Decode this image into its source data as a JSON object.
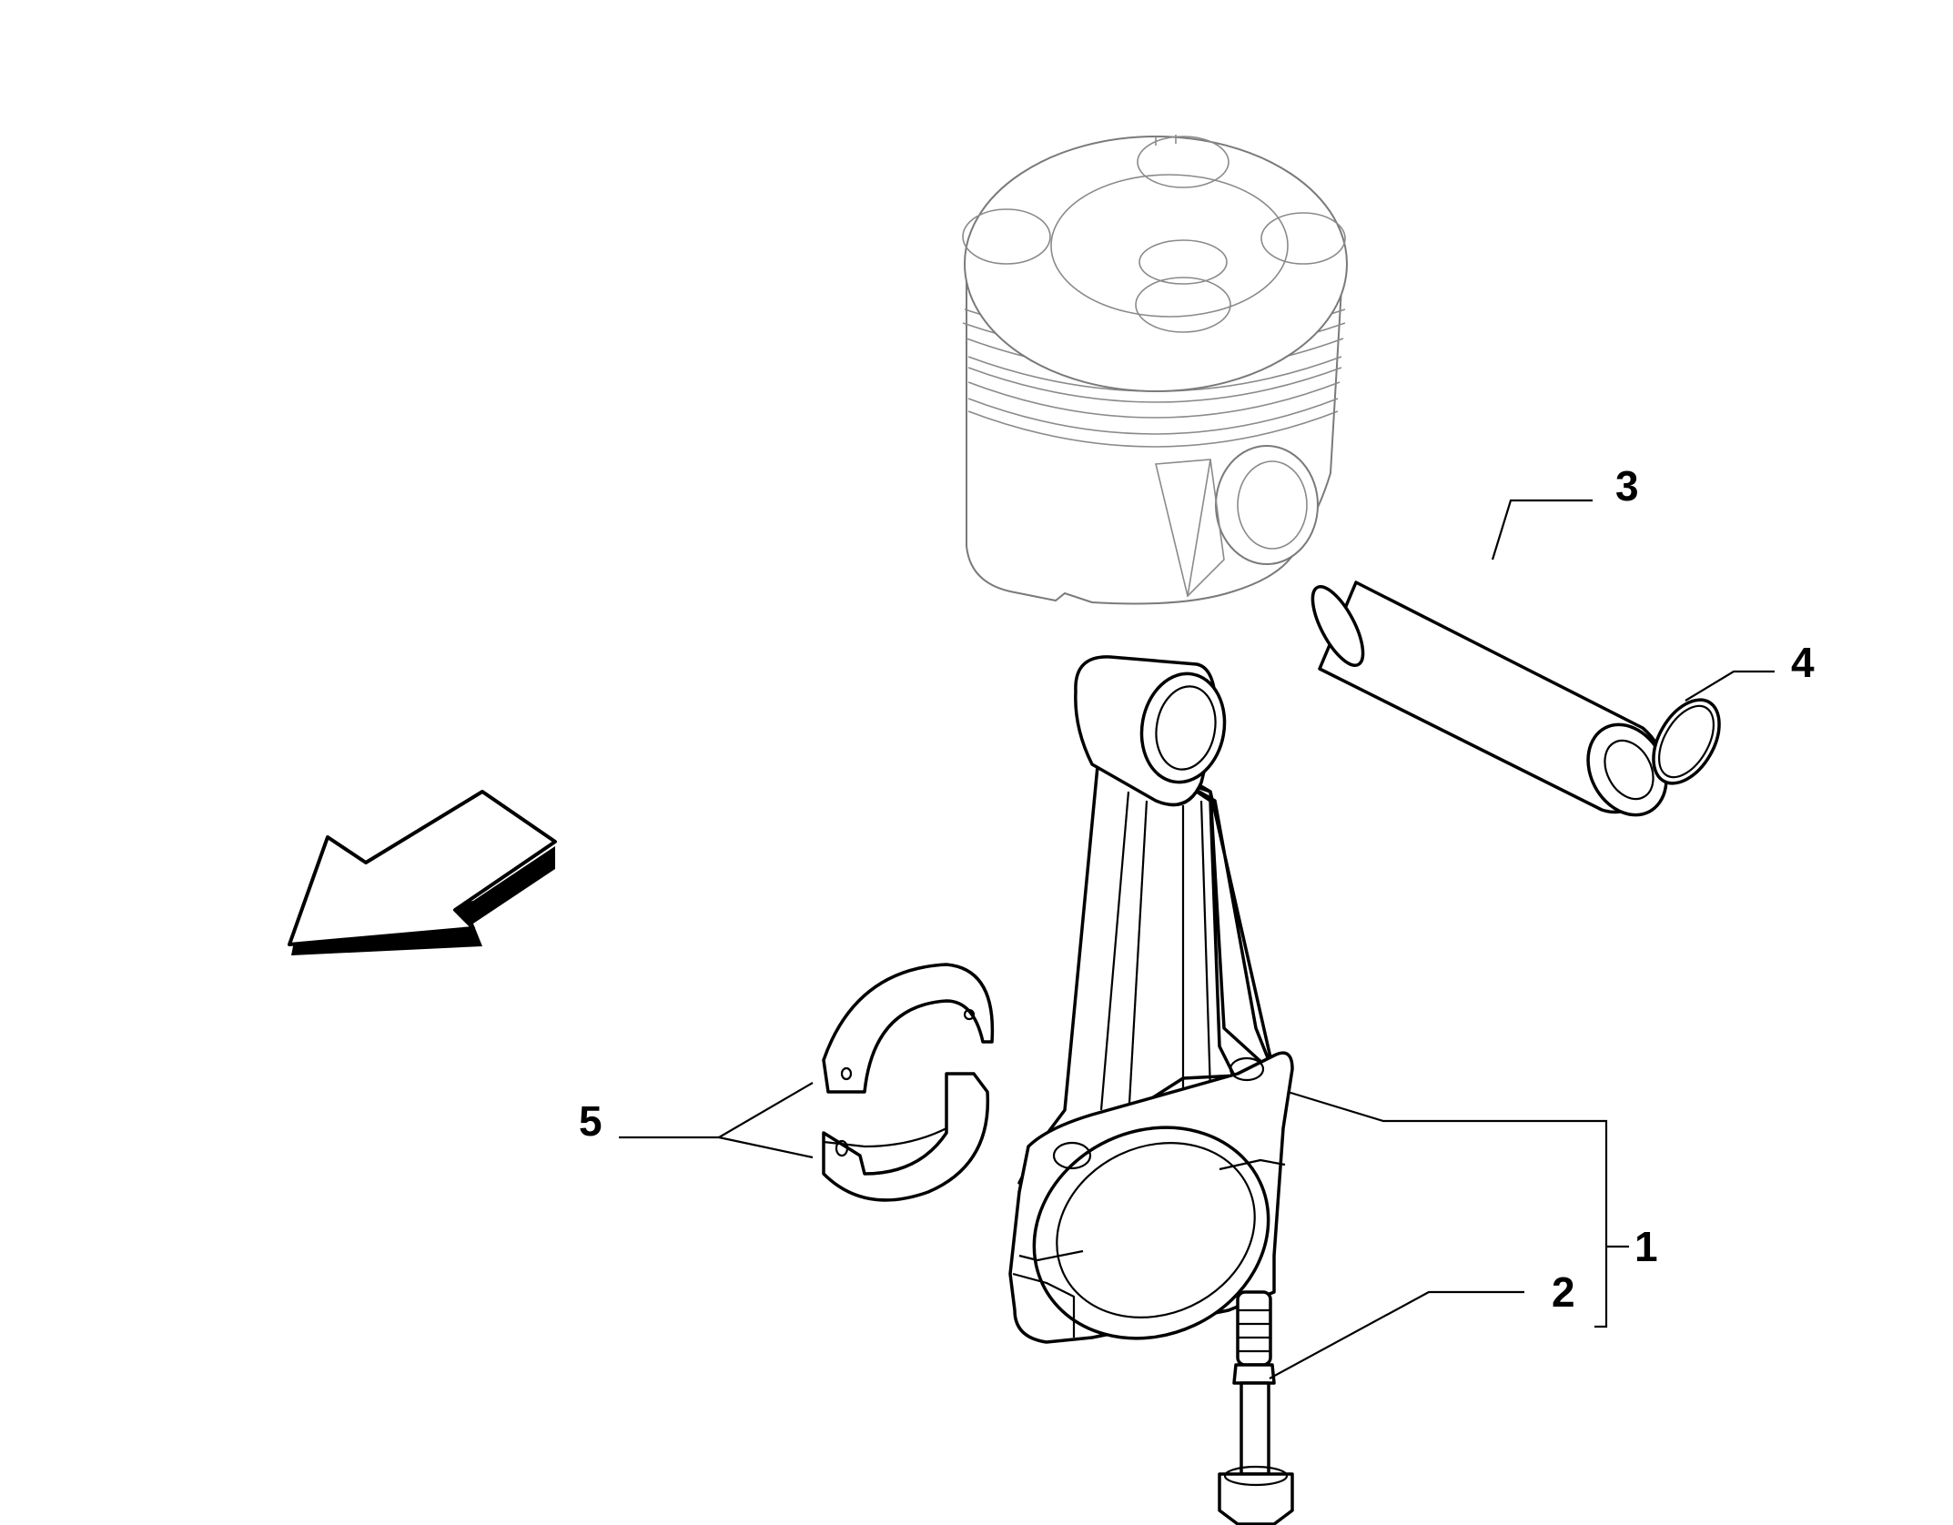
{
  "callouts": [
    {
      "id": "1",
      "label": "1"
    },
    {
      "id": "2",
      "label": "2"
    },
    {
      "id": "3",
      "label": "3"
    },
    {
      "id": "4",
      "label": "4"
    },
    {
      "id": "5",
      "label": "5"
    }
  ],
  "colors": {
    "line": "#000000",
    "piston_line": "#7a7a7a",
    "background": "#ffffff"
  }
}
